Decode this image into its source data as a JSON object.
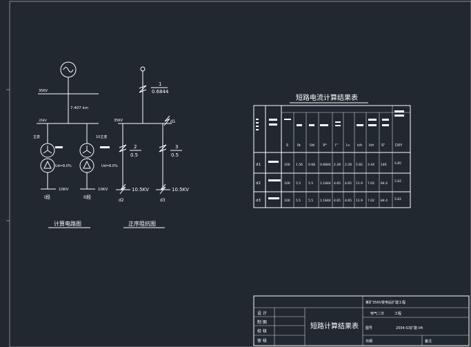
{
  "colors": {
    "background": "#212830",
    "lines": "#ffffff"
  },
  "calc_diagram": {
    "caption": "计算电路图",
    "bus_label": "35KV",
    "line_length": "7.407 km",
    "bus2_label": "35KV",
    "t1_label": "主变",
    "t2_label": "10主变",
    "t1_rating": "Ud=8.0%",
    "t2_rating": "Ud=8.0%",
    "low_voltage_1": "10KV",
    "low_voltage_2": "10KV",
    "section_1": "I段",
    "section_2": "II段"
  },
  "impedance_diagram": {
    "caption": "正序阻抗图",
    "z1_index": "1",
    "z1_value": "0.6844",
    "bus_label": "35KV",
    "d1": "d1",
    "z2_index": "2",
    "z2_value": "0.5",
    "z3_index": "3",
    "z3_value": "0.5",
    "v2": "10.5KV",
    "v3": "10.5KV",
    "d2": "d2",
    "d3": "d3"
  },
  "result_table": {
    "title": "短路电流计算结果表",
    "headers": [
      "S",
      "Ib",
      "Ud",
      "X*",
      "I\"",
      "I∞",
      "ich",
      "Ich",
      "S\"",
      "DXY"
    ],
    "rows": [
      {
        "point": "d1",
        "cells": [
          "100",
          "1.56",
          "0.68",
          "0.6844",
          "2.28",
          "2.28",
          "5.82",
          "3.44",
          "146",
          "S.85"
        ]
      },
      {
        "point": "d2",
        "cells": [
          "100",
          "5.5",
          "5.5",
          "1.1844",
          "4.65",
          "4.65",
          "11.9",
          "7.02",
          "84.4",
          "5.62"
        ]
      },
      {
        "point": "d3",
        "cells": [
          "100",
          "5.5",
          "5.5",
          "1.1844",
          "4.65",
          "4.65",
          "11.9",
          "7.02",
          "84.4",
          "5.62"
        ]
      }
    ]
  },
  "title_block": {
    "project": "某矿35KV变电站扩建工程",
    "discipline": "电气二次",
    "stage": "工程",
    "drawing_title": "短路计算结果表",
    "drawing_no_label": "图号",
    "drawing_no": "2004-S3扩建-04",
    "date_label": "日期",
    "remark_label": "备注",
    "roles": [
      "设  计",
      "制  图",
      "校  核",
      "审  核"
    ]
  }
}
